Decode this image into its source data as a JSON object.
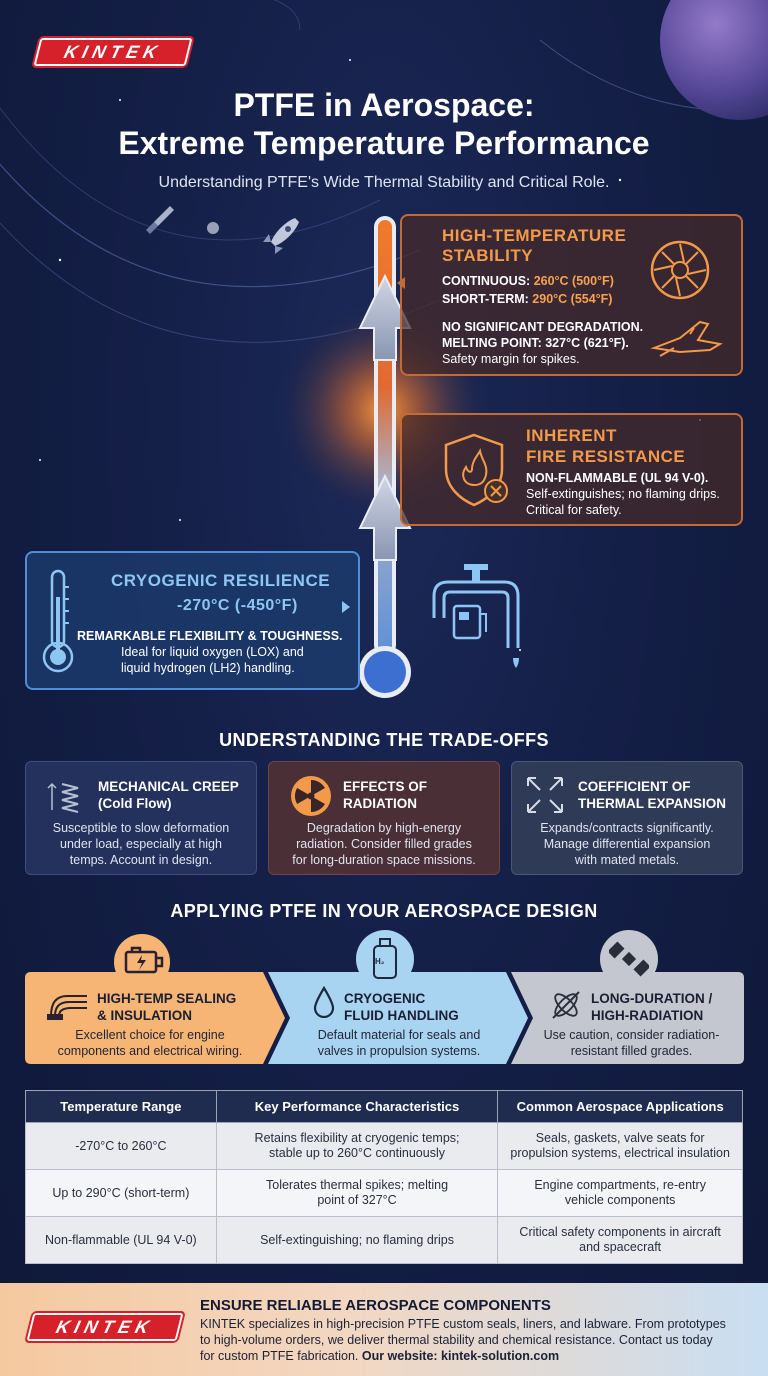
{
  "brand": {
    "logo_text": "KINTEK"
  },
  "header": {
    "title_line1": "PTFE in Aerospace:",
    "title_line2": "Extreme Temperature Performance",
    "subtitle": "Understanding PTFE's Wide Thermal Stability and Critical Role."
  },
  "high_temp": {
    "heading_line1": "HIGH-TEMPERATURE",
    "heading_line2": "STABILITY",
    "continuous_label": "CONTINUOUS:",
    "continuous_value": "260°C (500°F)",
    "short_term_label": "SHORT-TERM:",
    "short_term_value": "290°C (554°F)",
    "line1": "NO SIGNIFICANT DEGRADATION.",
    "line2": "MELTING POINT: 327°C (621°F).",
    "line3": "Safety margin for spikes."
  },
  "fire": {
    "heading_line1": "INHERENT",
    "heading_line2": "FIRE RESISTANCE",
    "line1": "NON-FLAMMABLE (UL 94 V-0).",
    "line2": "Self-extinguishes; no flaming drips.",
    "line3": "Critical for safety."
  },
  "cryo": {
    "heading": "CRYOGENIC RESILIENCE",
    "temp": "-270°C (-450°F)",
    "line1": "REMARKABLE FLEXIBILITY & TOUGHNESS.",
    "line2": "Ideal for liquid oxygen (LOX) and",
    "line3": "liquid hydrogen (LH2) handling."
  },
  "tradeoffs": {
    "title": "UNDERSTANDING THE TRADE-OFFS",
    "items": [
      {
        "title_line1": "MECHANICAL CREEP",
        "title_line2": "(Cold Flow)",
        "body_line1": "Susceptible to slow deformation",
        "body_line2": "under load, especially at high",
        "body_line3": "temps. Account in design."
      },
      {
        "title_line1": "EFFECTS OF",
        "title_line2": "RADIATION",
        "body_line1": "Degradation by high-energy",
        "body_line2": "radiation. Consider filled grades",
        "body_line3": "for long-duration space missions."
      },
      {
        "title_line1": "COEFFICIENT OF",
        "title_line2": "THERMAL EXPANSION",
        "body_line1": "Expands/contracts significantly.",
        "body_line2": "Manage differential expansion",
        "body_line3": "with mated metals."
      }
    ]
  },
  "applying": {
    "title": "APPLYING PTFE IN YOUR AEROSPACE DESIGN",
    "h2_label": "H₂",
    "items": [
      {
        "title_line1": "HIGH-TEMP SEALING",
        "title_line2": "& INSULATION",
        "body_line1": "Excellent choice for engine",
        "body_line2": "components and electrical wiring."
      },
      {
        "title_line1": "CRYOGENIC",
        "title_line2": "FLUID HANDLING",
        "body_line1": "Default material for seals and",
        "body_line2": "valves in propulsion systems."
      },
      {
        "title_line1": "LONG-DURATION /",
        "title_line2": "HIGH-RADIATION",
        "body_line1": "Use caution, consider radiation-",
        "body_line2": "resistant filled grades."
      }
    ]
  },
  "table": {
    "headers": [
      "Temperature Range",
      "Key Performance Characteristics",
      "Common Aerospace Applications"
    ],
    "rows": [
      {
        "range": "-270°C to 260°C",
        "char_line1": "Retains flexibility at cryogenic temps;",
        "char_line2": "stable up to 260°C continuously",
        "app_line1": "Seals, gaskets, valve seats for",
        "app_line2": "propulsion systems, electrical insulation"
      },
      {
        "range": "Up to 290°C (short-term)",
        "char_line1": "Tolerates thermal spikes; melting",
        "char_line2": "point of 327°C",
        "app_line1": "Engine compartments, re-entry",
        "app_line2": "vehicle components"
      },
      {
        "range": "Non-flammable (UL 94 V-0)",
        "char_line1": "Self-extinguishing; no flaming drips",
        "char_line2": "",
        "app_line1": "Critical safety components in aircraft",
        "app_line2": "and spacecraft"
      }
    ]
  },
  "footer": {
    "heading": "ENSURE RELIABLE AEROSPACE COMPONENTS",
    "body_line1": "KINTEK specializes in high-precision PTFE custom seals, liners, and labware. From prototypes",
    "body_line2": "to high-volume orders, we deliver thermal stability and chemical resistance. Contact us today",
    "body_line3_a": "for custom PTFE fabrication. ",
    "body_line3_b": "Our website: kintek-solution.com"
  },
  "colors": {
    "accent_orange": "#f39a4a",
    "accent_blue": "#8ec6f3",
    "brand_red": "#d7212a",
    "navy": "#141f47"
  }
}
